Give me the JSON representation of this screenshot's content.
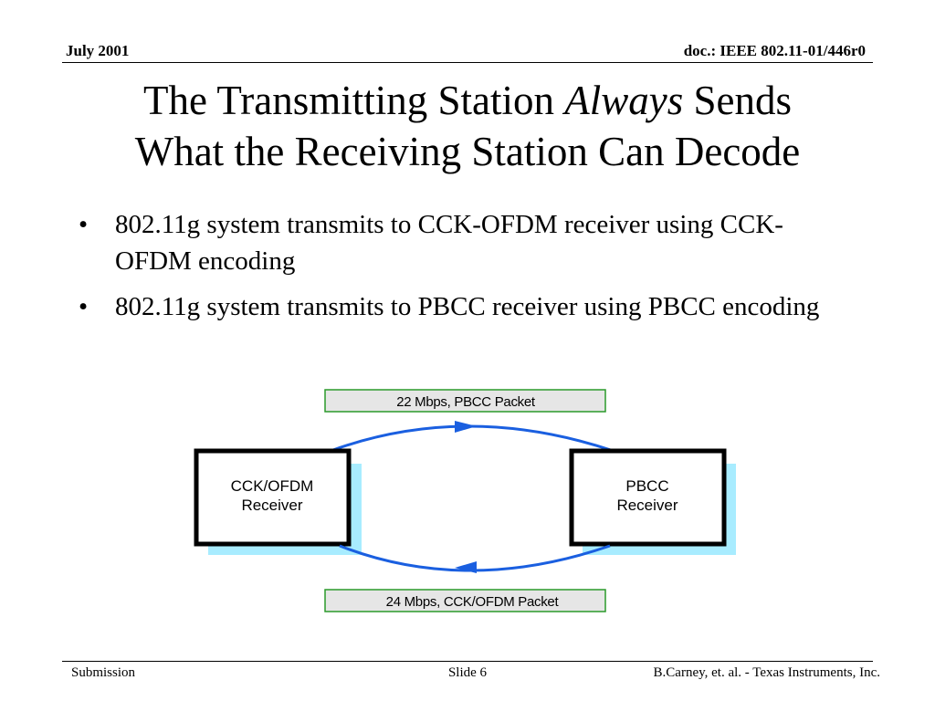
{
  "header": {
    "date": "July 2001",
    "doc": "doc.: IEEE 802.11-01/446r0"
  },
  "title": {
    "part1": "The Transmitting Station ",
    "emphasis": "Always",
    "part2": " Sends",
    "line2": "What the Receiving Station Can Decode"
  },
  "bullets": [
    "802.11g system transmits to CCK-OFDM receiver using CCK-OFDM encoding",
    "802.11g system transmits to PBCC receiver using PBCC encoding"
  ],
  "bullet_symbol": "•",
  "diagram": {
    "top_packet": "22 Mbps,  PBCC  Packet",
    "bottom_packet": "24 Mbps, CCK/OFDM Packet",
    "left_node": {
      "line1": "CCK/OFDM",
      "line2": "Receiver"
    },
    "right_node": {
      "line1": "PBCC",
      "line2": "Receiver"
    },
    "colors": {
      "arrow": "#1a5fe0",
      "shadow": "#a8ecff",
      "packet_border": "#2a9a2a",
      "packet_fill": "#e6e6e6"
    }
  },
  "footer": {
    "left": "Submission",
    "center": "Slide 6",
    "right": "B.Carney, et. al. - Texas Instruments, Inc."
  }
}
